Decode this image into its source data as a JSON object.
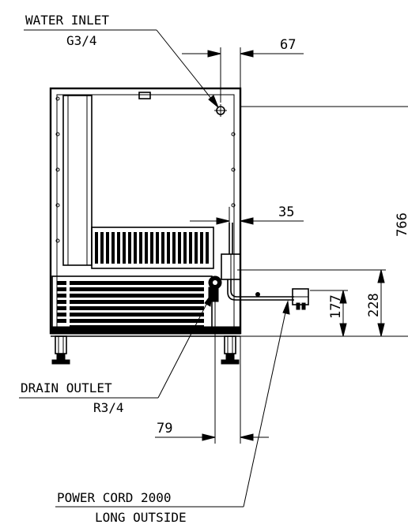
{
  "labels": {
    "water_inlet_title": "WATER INLET",
    "water_inlet_size": "G3/4",
    "drain_outlet_title": "DRAIN OUTLET",
    "drain_outlet_size": "R3/4",
    "power_cord_title": "POWER CORD 2000",
    "power_cord_sub": "LONG OUTSIDE"
  },
  "dimensions": {
    "inlet_offset": "67",
    "conduit_offset": "35",
    "drain_offset": "79",
    "cord_height": "177",
    "box_height": "228",
    "overall_height": "766"
  }
}
